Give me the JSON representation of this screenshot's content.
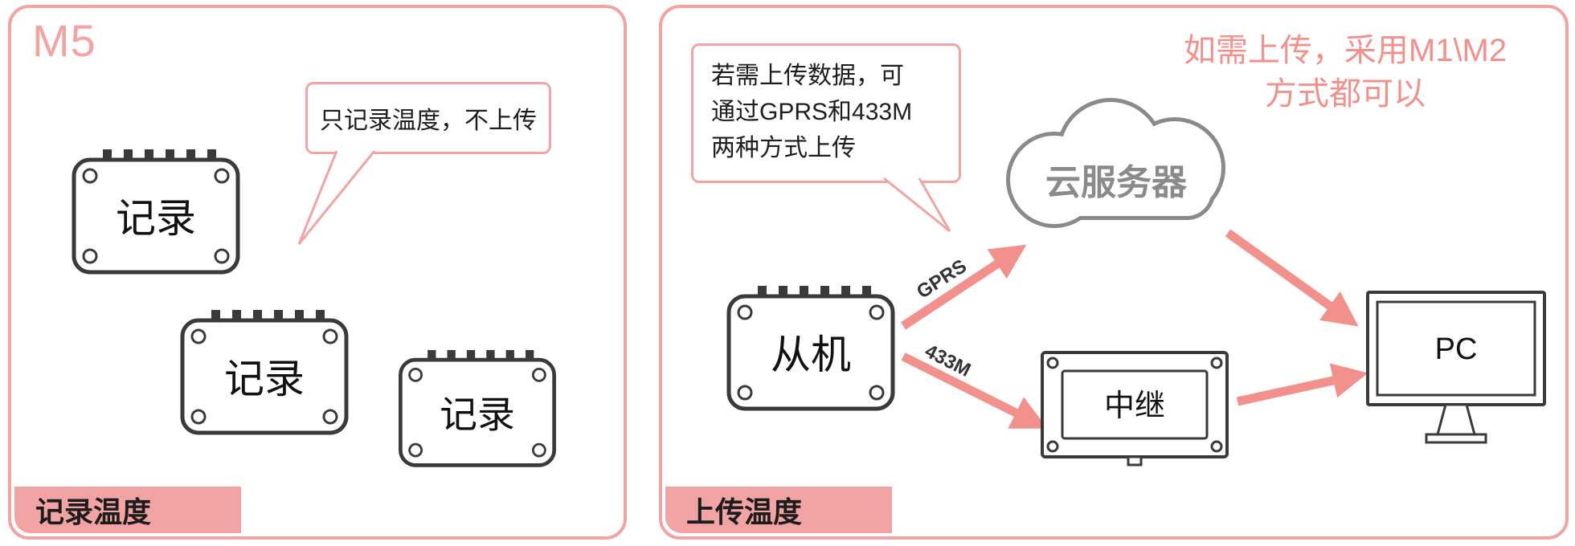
{
  "colors": {
    "pink": "#F2A3A3",
    "arrow": "#F2908C",
    "gray": "#8A8A8A",
    "dark": "#3A3A3A"
  },
  "left_panel": {
    "title": "M5",
    "bubble": "只记录温度，不上传",
    "devices": [
      {
        "label": "记录"
      },
      {
        "label": "记录"
      },
      {
        "label": "记录"
      }
    ],
    "footer": "记录温度"
  },
  "right_panel": {
    "bubble_line1": "若需上传数据，可",
    "bubble_line2": "通过GPRS和433M",
    "bubble_line3": "两种方式上传",
    "note_line1": "如需上传，采用M1\\M2",
    "note_line2": "方式都可以",
    "cloud": "云服务器",
    "device": "从机",
    "relay": "中继",
    "pc": "PC",
    "gprs_label": "GPRS",
    "m433_label": "433M",
    "footer": "上传温度"
  }
}
